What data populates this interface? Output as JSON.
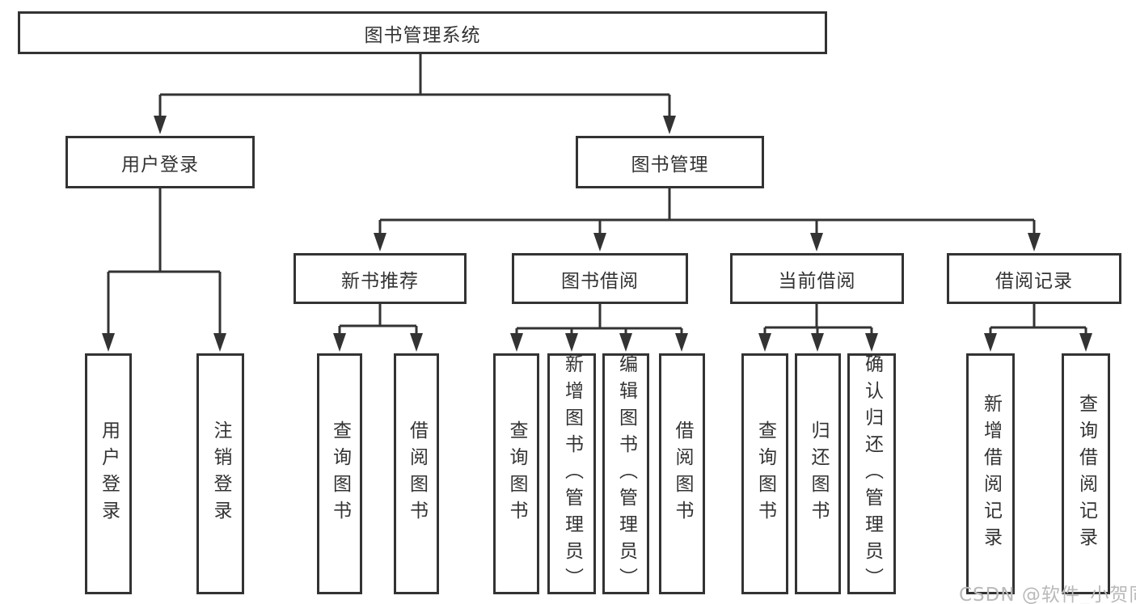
{
  "tree": {
    "root": {
      "label": "图书管理系统"
    },
    "branches": [
      {
        "label": "用户登录",
        "children": [
          {
            "label": "用户登录"
          },
          {
            "label": "注销登录"
          }
        ]
      },
      {
        "label": "图书管理",
        "sections": [
          {
            "label": "新书推荐",
            "children": [
              {
                "label": "查询图书"
              },
              {
                "label": "借阅图书"
              }
            ]
          },
          {
            "label": "图书借阅",
            "children": [
              {
                "label": "查询图书"
              },
              {
                "label": "新增图书（管理员）"
              },
              {
                "label": "编辑图书（管理员）"
              },
              {
                "label": "借阅图书"
              }
            ]
          },
          {
            "label": "当前借阅",
            "children": [
              {
                "label": "查询图书"
              },
              {
                "label": "归还图书"
              },
              {
                "label": "确认归还（管理员）"
              }
            ]
          },
          {
            "label": "借阅记录",
            "children": [
              {
                "label": "新增借阅记录"
              },
              {
                "label": "查询借阅记录"
              }
            ]
          }
        ]
      }
    ]
  },
  "watermark": {
    "text": "CSDN @软件_小贺同学",
    "color": "#b9b9b9"
  },
  "colors": {
    "line": "#333333",
    "text": "#333333",
    "background": "#ffffff"
  }
}
